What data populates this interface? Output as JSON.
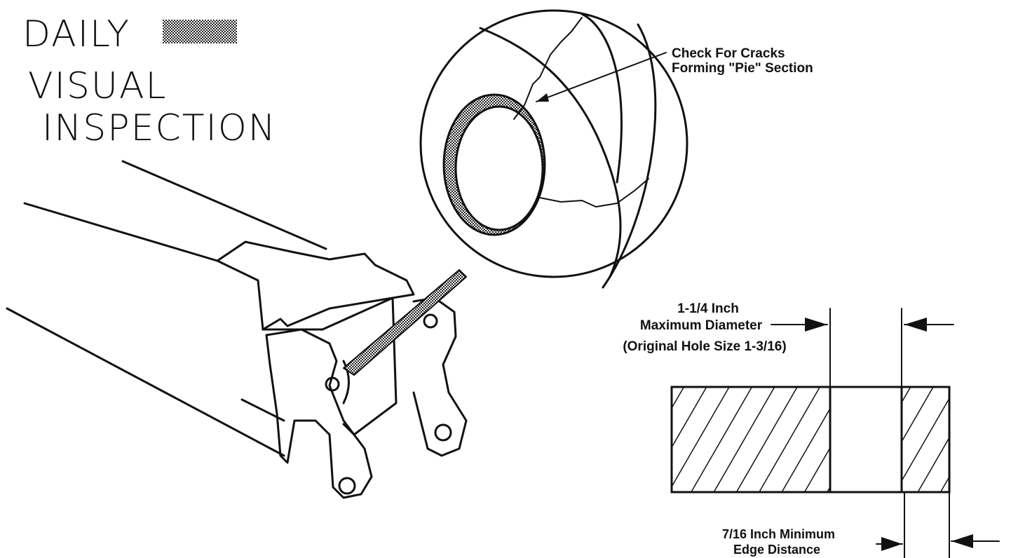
{
  "handwritten_title": {
    "line1": "DAILY",
    "line2": "VISUAL",
    "line3": "INSPECTION"
  },
  "callout": {
    "line1": "Check For Cracks",
    "line2": "Forming \"Pie\" Section"
  },
  "diameter_note": {
    "line1": "1-1/4 Inch",
    "line2": "Maximum Diameter",
    "line3": "(Original Hole Size 1-3/16)"
  },
  "edge_note": {
    "line1": "7/16 Inch Minimum",
    "line2": "Edge Distance"
  },
  "ink_color": "#111111"
}
